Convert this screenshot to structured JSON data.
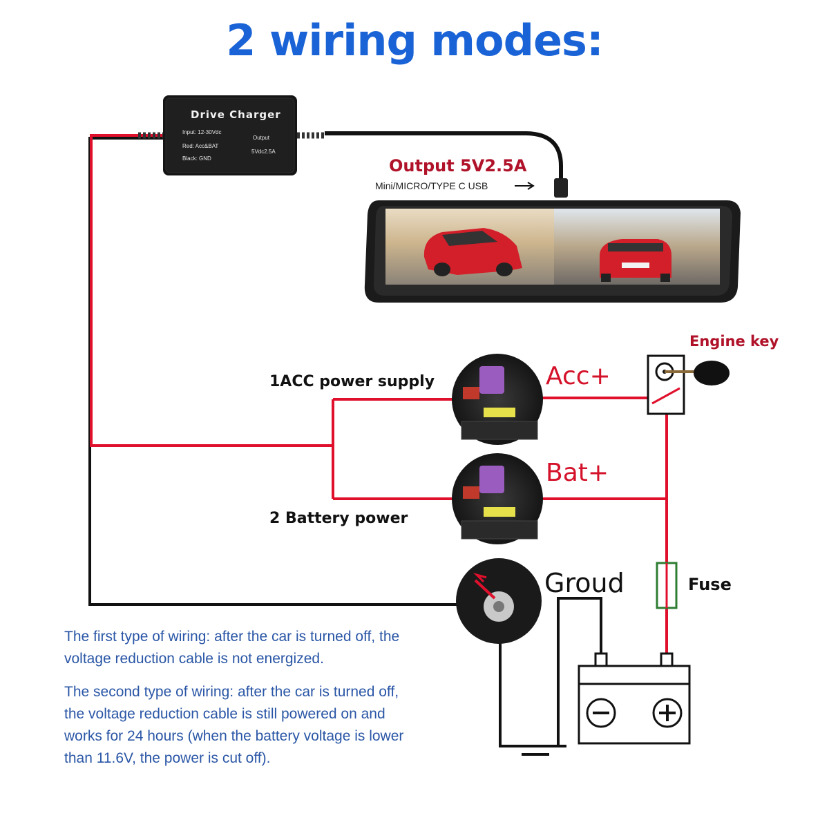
{
  "title": "2 wiring modes:",
  "charger": {
    "name": "Drive Charger",
    "spec_input": "Input: 12-30Vdc",
    "spec_red": "Red: Acc&BAT",
    "spec_black": "Black: GND",
    "spec_output_label": "Output",
    "spec_output_value": "5Vdc2.5A"
  },
  "output": {
    "label": "Output 5V2.5A",
    "connector": "Mini/MICRO/TYPE C USB"
  },
  "modes": {
    "acc_label": "1ACC power supply",
    "bat_label": "2 Battery power"
  },
  "terminals": {
    "acc": "Acc+",
    "bat": "Bat+",
    "ground": "Groud",
    "fuse": "Fuse",
    "engine_key": "Engine key"
  },
  "notes": {
    "first": "The first type of wiring: after the car is turned off, the voltage reduction cable is not energized.",
    "second": "The second type of wiring: after the car is turned off, the voltage reduction cable is still powered on and works for 24 hours (when the battery voltage is lower than 11.6V, the power is cut off)."
  },
  "colors": {
    "title": "#1a63d6",
    "wire_red": "#e0102c",
    "wire_black": "#111111",
    "fuse_green": "#2e7d32",
    "note_text": "#2a56a6"
  },
  "icons": [
    "engine-key-icon",
    "battery-icon",
    "fuse-icon",
    "ground-icon",
    "fuse-box-icon",
    "mirror-camera-icon"
  ]
}
